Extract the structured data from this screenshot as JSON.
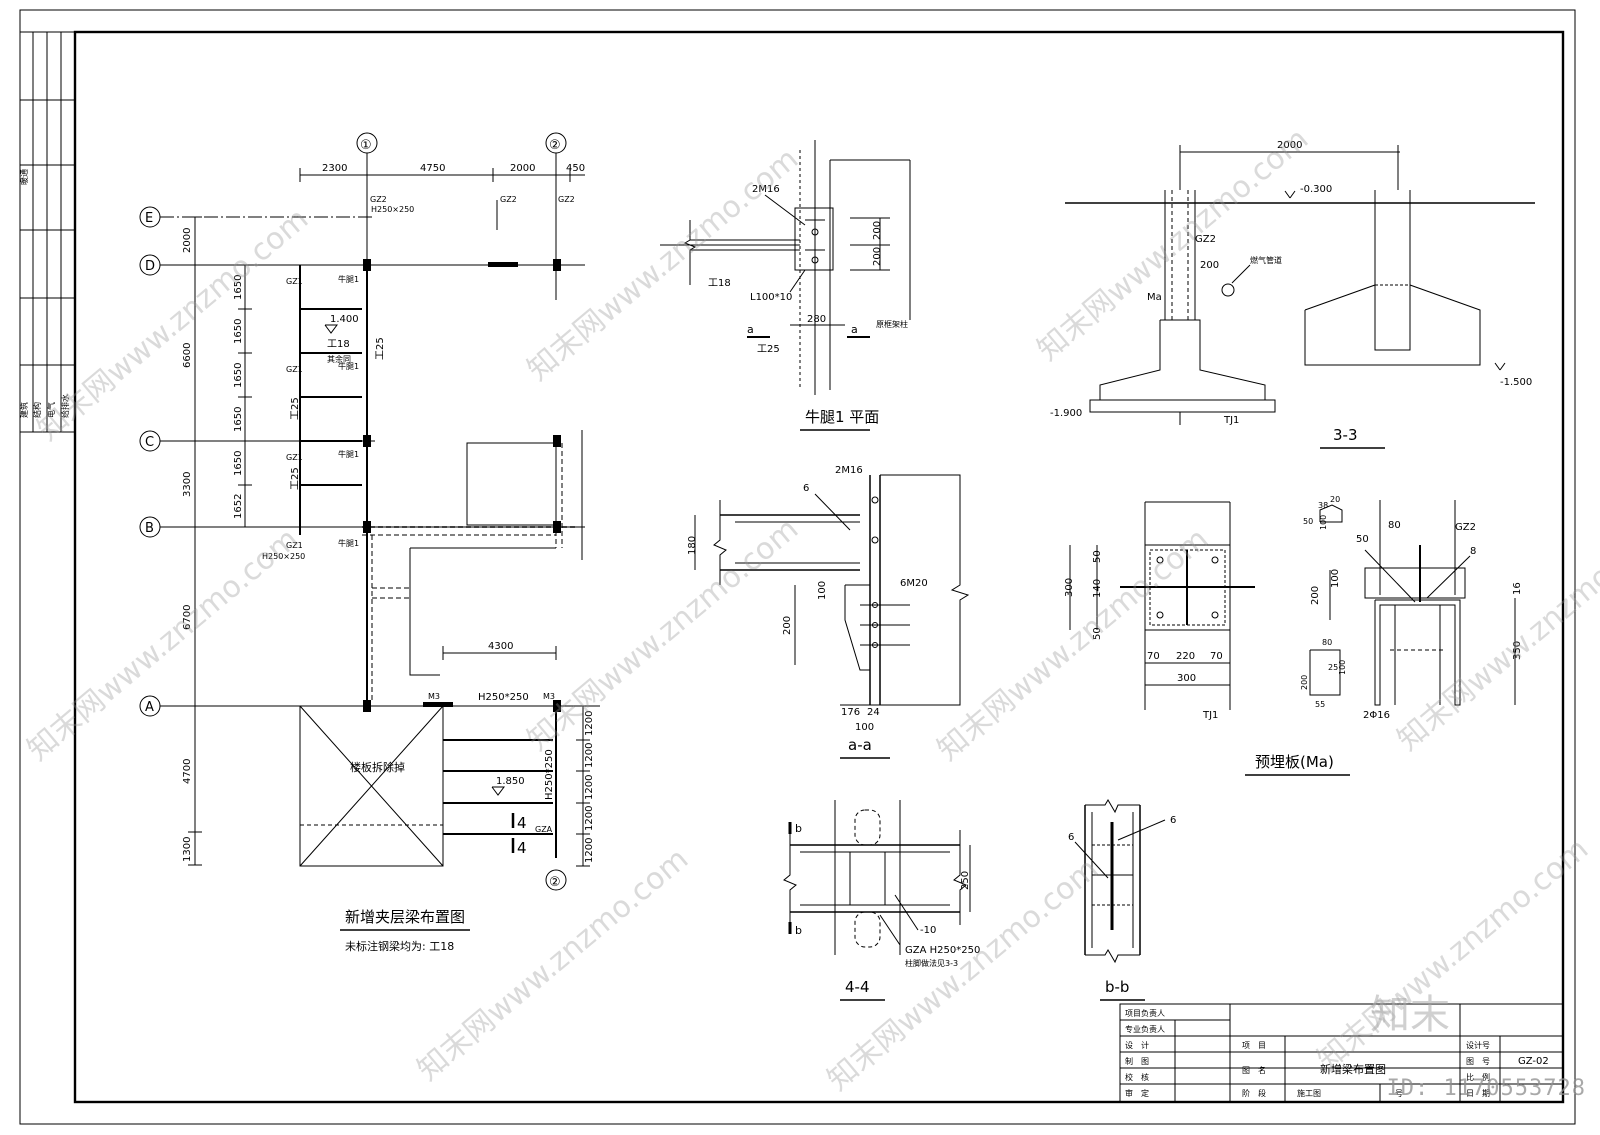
{
  "margin_disciplines": [
    "建筑",
    "结构",
    "电气",
    "给排水"
  ],
  "margin_label": "暖通",
  "plan": {
    "title": "新增夹层梁布置图",
    "note": "未标注钢梁均为: 工18",
    "axis_numbers": [
      "①",
      "②",
      "②"
    ],
    "axis_letters": [
      "E",
      "D",
      "C",
      "B",
      "A"
    ],
    "top_dims": [
      "2300",
      "4750",
      "2000",
      "450"
    ],
    "left_dims": [
      "2000",
      "6600",
      "3300",
      "6700",
      "4700",
      "1300"
    ],
    "inner_dims": [
      "1650",
      "1650",
      "1650",
      "1650",
      "1650",
      "1652"
    ],
    "right_dims": [
      "1200",
      "1200",
      "1200",
      "1200",
      "1200"
    ],
    "dim_4300": "4300",
    "gz2_labels": [
      "GZ2",
      "GZ2",
      "GZ2"
    ],
    "gz1_labels": [
      "GZ1",
      "GZ1",
      "GZ1",
      "GZ1"
    ],
    "h250_top": "H250×250",
    "h250_left": "H250×250",
    "h250_a": "H250*250",
    "h250_vert": "H250*250",
    "elev_1": "1.400",
    "elev_2": "1.850",
    "beam_labels": [
      "牛腿1",
      "牛腿1",
      "牛腿1",
      "牛腿1"
    ],
    "i18": "工18",
    "remain": "其余同",
    "i25_labels": [
      "工25",
      "工25",
      "工25"
    ],
    "demolish": "楼板拆除掉",
    "m3": [
      "M3",
      "M3"
    ],
    "gza": "GZA",
    "sec4": [
      "4",
      "4"
    ]
  },
  "detail_niutui": {
    "title": "牛腿1 平面",
    "labels": [
      "2M16",
      "L100*10",
      "工18",
      "工25",
      "原框架柱",
      "a",
      "a"
    ],
    "dims": [
      "200",
      "200",
      "280"
    ]
  },
  "detail_33": {
    "title": "3-3",
    "top_dim": "2000",
    "labels": [
      "GZ2",
      "燃气管道",
      "Ma",
      "TJ1"
    ],
    "elevs": [
      "-0.300",
      "-1.900",
      "-1.500"
    ],
    "dim_200": "200"
  },
  "detail_aa": {
    "title": "a-a",
    "labels": [
      "2M16",
      "6",
      "6M20"
    ],
    "dims": [
      "180",
      "200",
      "100",
      "176",
      "24",
      "100"
    ]
  },
  "detail_tj1": {
    "labels": [
      "TJ1"
    ],
    "dims_v": [
      "300",
      "50",
      "140",
      "50"
    ],
    "dims_h": [
      "70",
      "220",
      "70",
      "300"
    ]
  },
  "detail_ma": {
    "title": "预埋板(Ma)",
    "labels": [
      "GZ2",
      "8",
      "2Φ16"
    ],
    "dims": [
      "20",
      "38",
      "50",
      "100",
      "80",
      "50",
      "200",
      "100",
      "80",
      "25",
      "200",
      "100",
      "55",
      "16",
      "350"
    ]
  },
  "detail_44": {
    "title": "4-4",
    "labels": [
      "b",
      "b",
      "-10",
      "GZA H250*250",
      "柱脚做法见3-3"
    ],
    "dim_250": "250"
  },
  "detail_bb": {
    "title": "b-b",
    "labels": [
      "6",
      "6"
    ]
  },
  "title_block": {
    "rows": [
      "项目负责人",
      "专业负责人",
      "设　计",
      "制　图",
      "校　核",
      "审　定"
    ],
    "project_label": "项　目",
    "drawing_name_label": "图　名",
    "drawing_name": "新增梁布置图",
    "stage_label": "阶　段",
    "stage": "施工图",
    "design_no_label": "设计号",
    "sheet_no_label": "图　号",
    "sheet_no": "GZ-02",
    "scale_label": "比　例",
    "date_label": "日　期",
    "extra": "号"
  },
  "watermark": "知末网www.znzmo.com",
  "brand": "知末",
  "image_id": "ID: 1170553728"
}
